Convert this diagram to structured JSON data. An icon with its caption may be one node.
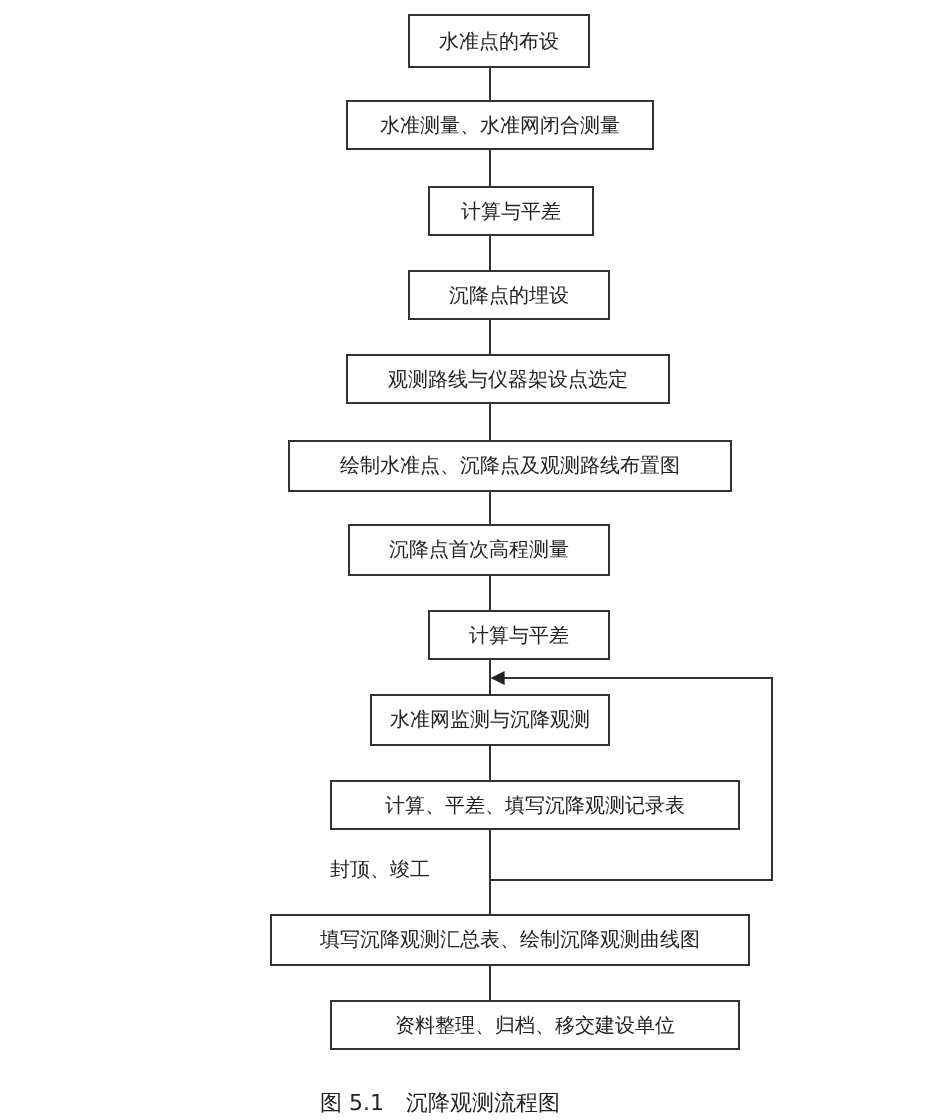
{
  "diagram": {
    "caption": "图 5.1　沉降观测流程图",
    "nodes": [
      {
        "text": [
          "水准点的布设"
        ]
      },
      {
        "text": [
          "水准测量、水准网闭合测量"
        ]
      },
      {
        "text": [
          "计算与平差"
        ]
      },
      {
        "text": [
          "沉降点的埋设"
        ]
      },
      {
        "text": [
          "观测路线与仪器架设点选定"
        ]
      },
      {
        "text": [
          "绘制水准点、沉降点及观测路线布置图"
        ]
      },
      {
        "text": [
          "沉降点首次高程测量"
        ]
      },
      {
        "text": [
          "计算与平差"
        ]
      },
      {
        "text": [
          "水准网监测与沉降观测"
        ]
      },
      {
        "text": [
          "计算、平差、填写沉降观测记录表"
        ]
      },
      {
        "text": [
          "填写沉降观测汇总表、绘制沉降观测曲线图"
        ]
      },
      {
        "text": [
          "资料整理、归档、移交建设单位"
        ]
      }
    ],
    "edges": [
      {
        "from": 0,
        "to": 1,
        "arrow": "none"
      },
      {
        "from": 1,
        "to": 2,
        "arrow": "none"
      },
      {
        "from": 2,
        "to": 3,
        "arrow": "none"
      },
      {
        "from": 3,
        "to": 4,
        "arrow": "none"
      },
      {
        "from": 4,
        "to": 5,
        "arrow": "none"
      },
      {
        "from": 5,
        "to": 6,
        "arrow": "none"
      },
      {
        "from": 6,
        "to": 7,
        "arrow": "none"
      },
      {
        "from": 7,
        "to": 8,
        "arrow": "none"
      },
      {
        "from": 8,
        "to": 9,
        "arrow": "none"
      },
      {
        "from": 9,
        "to": 10,
        "arrow": "none"
      },
      {
        "from": 10,
        "to": 11,
        "arrow": "none"
      },
      {
        "from": 9,
        "to": 8,
        "arrow": "to"
      }
    ],
    "labels": [
      "封顶、竣工"
    ]
  }
}
